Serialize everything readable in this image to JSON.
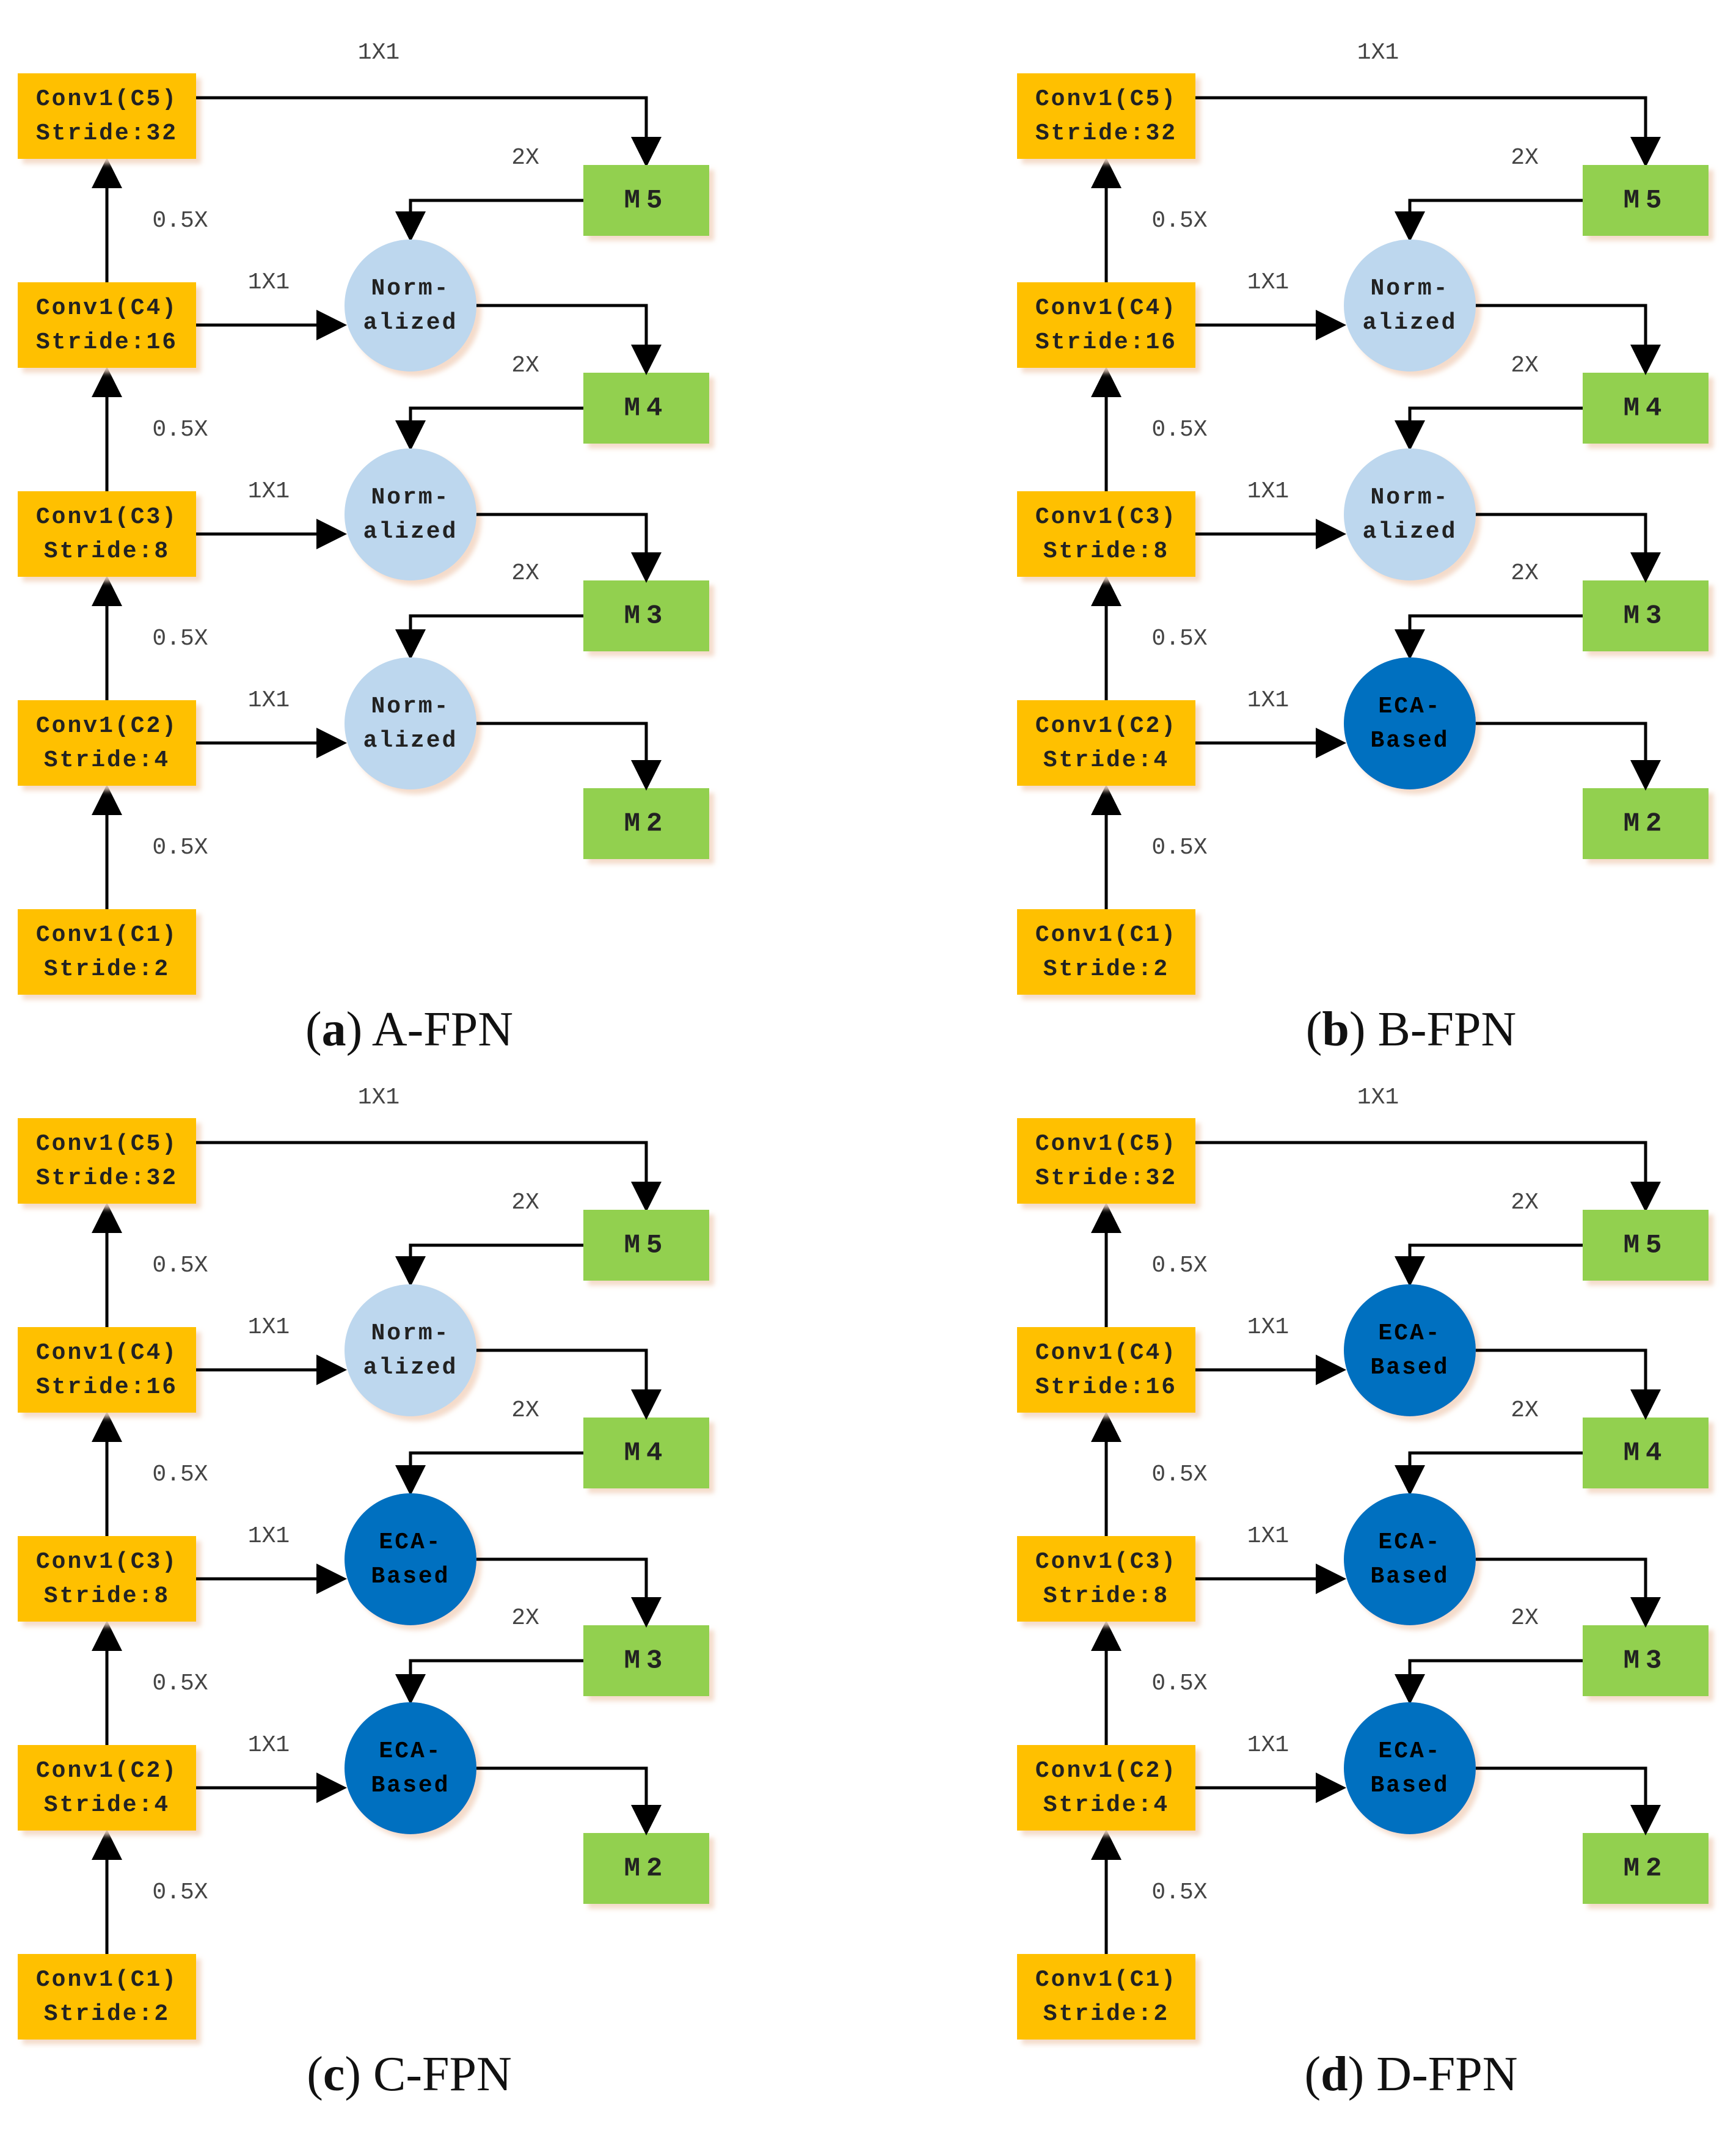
{
  "figure": {
    "panels": [
      {
        "id": "a",
        "letter": "a",
        "caption": "A-FPN",
        "conv_blocks": [
          {
            "line1": "Conv1(C5)",
            "line2": "Stride:32"
          },
          {
            "line1": "Conv1(C4)",
            "line2": "Stride:16"
          },
          {
            "line1": "Conv1(C3)",
            "line2": "Stride:8"
          },
          {
            "line1": "Conv1(C2)",
            "line2": "Stride:4"
          },
          {
            "line1": "Conv1(C1)",
            "line2": "Stride:2"
          }
        ],
        "m_blocks": [
          "M5",
          "M4",
          "M3",
          "M2"
        ],
        "modules": [
          {
            "type": "normalized",
            "line1": "Norm-",
            "line2": "alized"
          },
          {
            "type": "normalized",
            "line1": "Norm-",
            "line2": "alized"
          },
          {
            "type": "normalized",
            "line1": "Norm-",
            "line2": "alized"
          }
        ]
      },
      {
        "id": "b",
        "letter": "b",
        "caption": "B-FPN",
        "conv_blocks": [
          {
            "line1": "Conv1(C5)",
            "line2": "Stride:32"
          },
          {
            "line1": "Conv1(C4)",
            "line2": "Stride:16"
          },
          {
            "line1": "Conv1(C3)",
            "line2": "Stride:8"
          },
          {
            "line1": "Conv1(C2)",
            "line2": "Stride:4"
          },
          {
            "line1": "Conv1(C1)",
            "line2": "Stride:2"
          }
        ],
        "m_blocks": [
          "M5",
          "M4",
          "M3",
          "M2"
        ],
        "modules": [
          {
            "type": "normalized",
            "line1": "Norm-",
            "line2": "alized"
          },
          {
            "type": "normalized",
            "line1": "Norm-",
            "line2": "alized"
          },
          {
            "type": "eca",
            "line1": "ECA-",
            "line2": "Based"
          }
        ]
      },
      {
        "id": "c",
        "letter": "c",
        "caption": "C-FPN",
        "conv_blocks": [
          {
            "line1": "Conv1(C5)",
            "line2": "Stride:32"
          },
          {
            "line1": "Conv1(C4)",
            "line2": "Stride:16"
          },
          {
            "line1": "Conv1(C3)",
            "line2": "Stride:8"
          },
          {
            "line1": "Conv1(C2)",
            "line2": "Stride:4"
          },
          {
            "line1": "Conv1(C1)",
            "line2": "Stride:2"
          }
        ],
        "m_blocks": [
          "M5",
          "M4",
          "M3",
          "M2"
        ],
        "modules": [
          {
            "type": "normalized",
            "line1": "Norm-",
            "line2": "alized"
          },
          {
            "type": "eca",
            "line1": "ECA-",
            "line2": "Based"
          },
          {
            "type": "eca",
            "line1": "ECA-",
            "line2": "Based"
          }
        ]
      },
      {
        "id": "d",
        "letter": "d",
        "caption": "D-FPN",
        "conv_blocks": [
          {
            "line1": "Conv1(C5)",
            "line2": "Stride:32"
          },
          {
            "line1": "Conv1(C4)",
            "line2": "Stride:16"
          },
          {
            "line1": "Conv1(C3)",
            "line2": "Stride:8"
          },
          {
            "line1": "Conv1(C2)",
            "line2": "Stride:4"
          },
          {
            "line1": "Conv1(C1)",
            "line2": "Stride:2"
          }
        ],
        "m_blocks": [
          "M5",
          "M4",
          "M3",
          "M2"
        ],
        "modules": [
          {
            "type": "eca",
            "line1": "ECA-",
            "line2": "Based"
          },
          {
            "type": "eca",
            "line1": "ECA-",
            "line2": "Based"
          },
          {
            "type": "eca",
            "line1": "ECA-",
            "line2": "Based"
          }
        ]
      }
    ],
    "edge_labels": {
      "lateral": "1X1",
      "upsample": "2X",
      "downsample": "0.5X"
    },
    "colors": {
      "conv_block": "#FFC000",
      "m_block": "#92D050",
      "normalized": "#BDD7EE",
      "eca": "#0070C0",
      "eca_text": "#000000",
      "arrow": "#000000"
    }
  }
}
